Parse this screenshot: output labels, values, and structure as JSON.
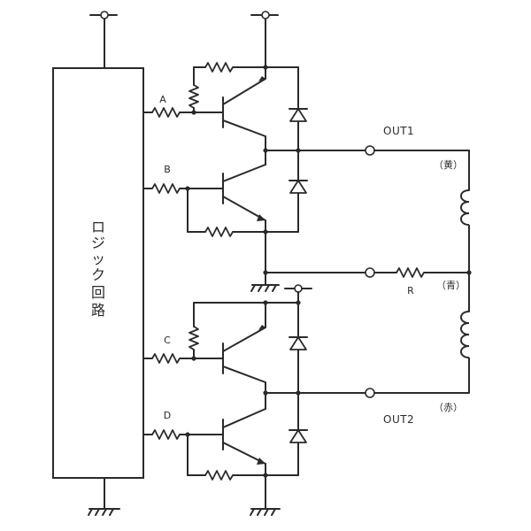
{
  "logic_block": {
    "chars": [
      "ロ",
      "ジ",
      "ッ",
      "ク",
      "回",
      "路"
    ]
  },
  "inputs": {
    "a": "A",
    "b": "B",
    "c": "C",
    "d": "D"
  },
  "resistor_label": "R",
  "outputs": {
    "out1": "OUT1",
    "out2": "OUT2"
  },
  "wire_colors": {
    "yellow": "（黄）",
    "blue": "（青）",
    "red": "（赤）"
  }
}
